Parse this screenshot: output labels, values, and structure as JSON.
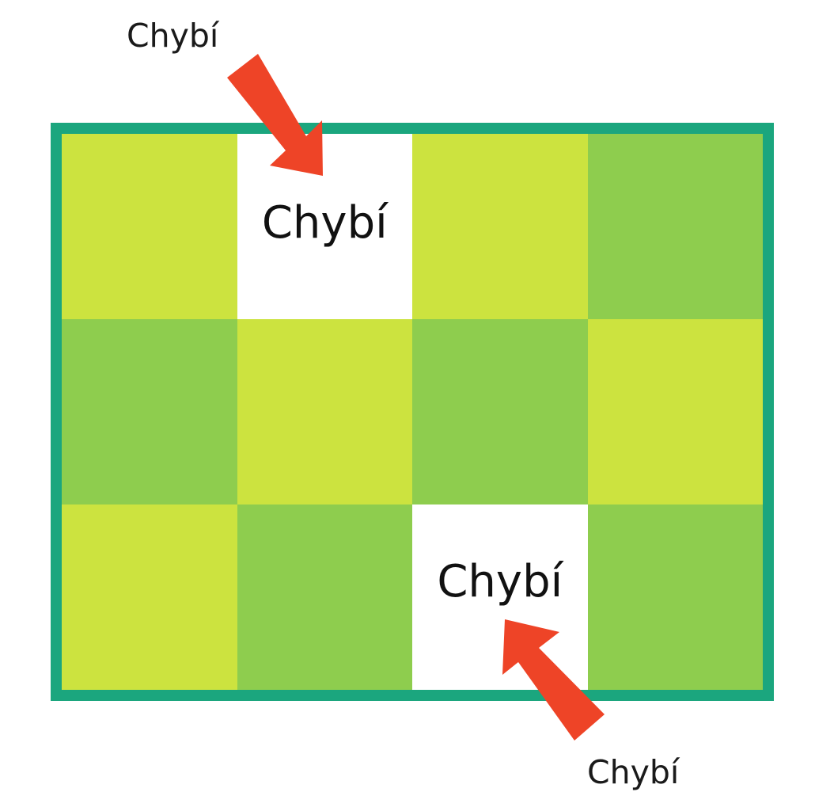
{
  "labels": {
    "callout_top": "Chybí",
    "callout_bottom": "Chybí"
  },
  "grid": {
    "rows": [
      [
        {
          "state": "light",
          "text": ""
        },
        {
          "state": "missing",
          "text": "Chybí"
        },
        {
          "state": "light",
          "text": ""
        },
        {
          "state": "dark",
          "text": ""
        }
      ],
      [
        {
          "state": "dark",
          "text": ""
        },
        {
          "state": "light",
          "text": ""
        },
        {
          "state": "dark",
          "text": ""
        },
        {
          "state": "light",
          "text": ""
        }
      ],
      [
        {
          "state": "light",
          "text": ""
        },
        {
          "state": "dark",
          "text": ""
        },
        {
          "state": "missing",
          "text": "Chybí"
        },
        {
          "state": "dark",
          "text": ""
        }
      ]
    ]
  },
  "colors": {
    "light": "#cce33f",
    "dark": "#8ecd4e",
    "missing": "#ffffff",
    "border": "#1ba67e",
    "arrow": "#ee4427"
  }
}
